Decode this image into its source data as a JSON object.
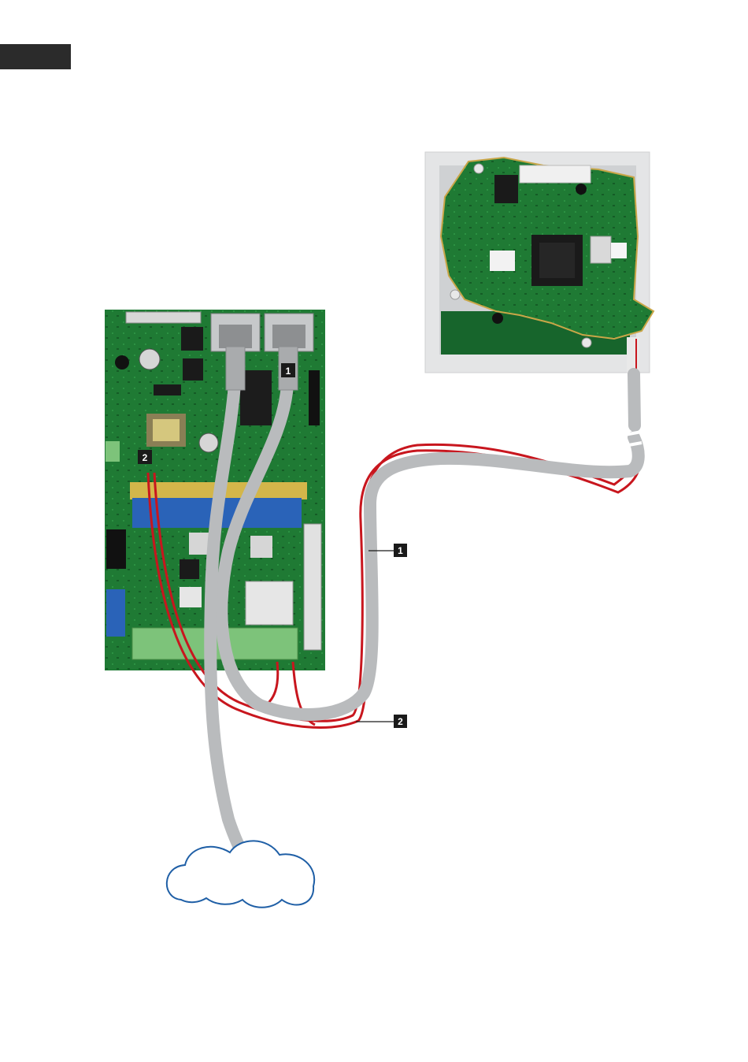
{
  "callouts": [
    {
      "id": "1",
      "label": "1"
    },
    {
      "id": "2",
      "label": "2"
    }
  ],
  "colors": {
    "pcb": "#1f7a34",
    "pcb_dark": "#145a24",
    "cable_grey": "#b9bbbd",
    "wire_red": "#c8161e",
    "cloud_stroke": "#1f5fa6",
    "terminal_green": "#7dc37a",
    "terminal_blue": "#2a63b8",
    "tab": "#2b2b2b"
  },
  "icons": [
    "ethernet-connector-icon",
    "cloud-icon",
    "pcb-board",
    "camera-module-board"
  ]
}
